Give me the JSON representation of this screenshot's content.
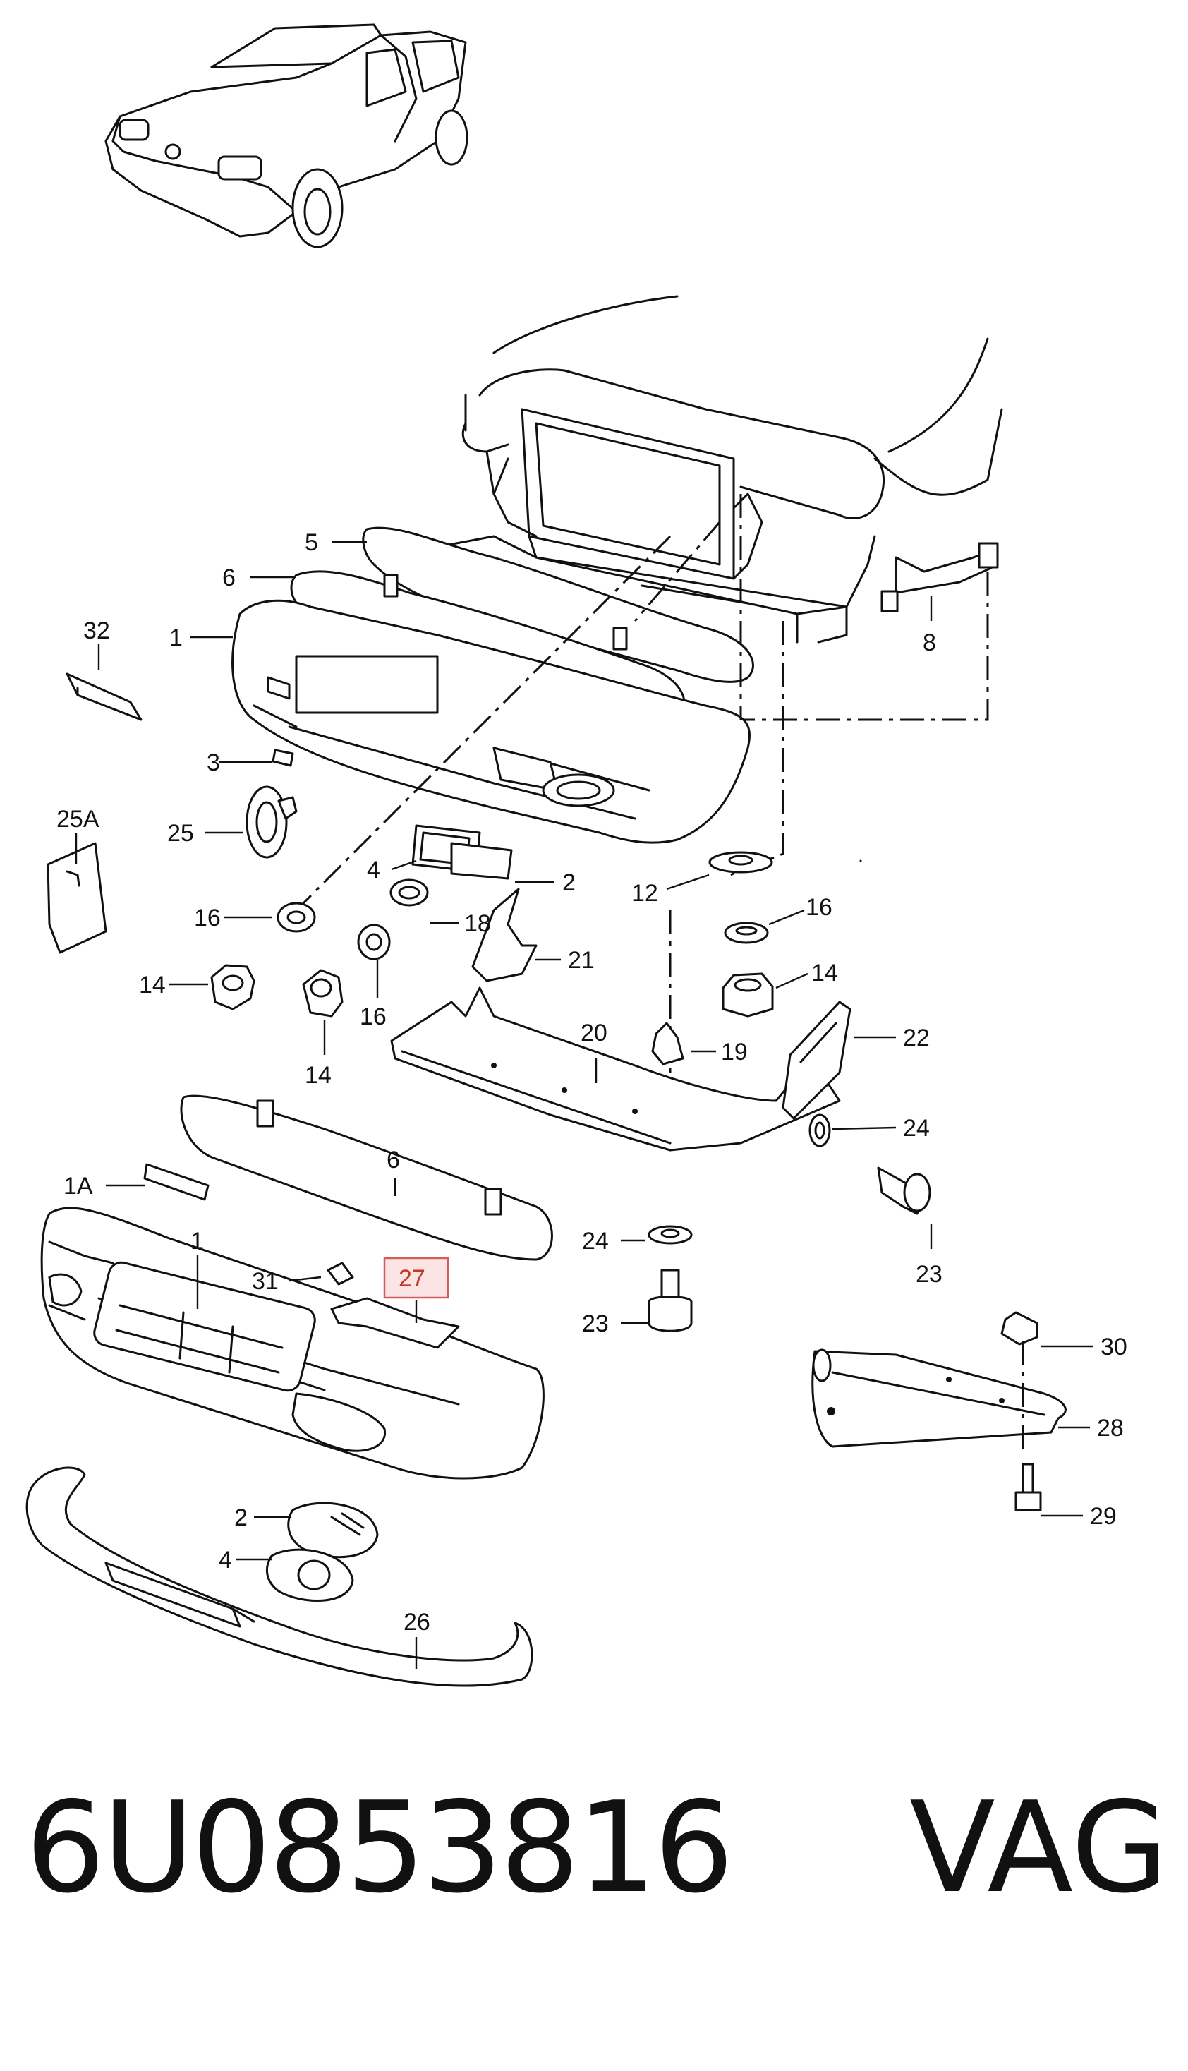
{
  "callouts": {
    "c5": "5",
    "c6a": "6",
    "c1a": "1",
    "c32": "32",
    "c3": "3",
    "c25a": "25A",
    "c25": "25",
    "c4a": "4",
    "c2a": "2",
    "c12": "12",
    "c8": "8",
    "c16a": "16",
    "c18": "18",
    "c21": "21",
    "c16b": "16",
    "c14b": "14",
    "c14a": "14",
    "c16c": "16",
    "c14c": "14",
    "c20": "20",
    "c19": "19",
    "c22": "22",
    "c24a": "24",
    "c6b": "6",
    "c1A": "1A",
    "c1b": "1",
    "c31": "31",
    "c27": "27",
    "c24b": "24",
    "c23a": "23",
    "c23b": "23",
    "c30": "30",
    "c28": "28",
    "c29": "29",
    "c2b": "2",
    "c4b": "4",
    "c26": "26"
  },
  "highlighted_part": "27",
  "footer": {
    "part_number": "6U0853816",
    "brand": "VAG"
  }
}
